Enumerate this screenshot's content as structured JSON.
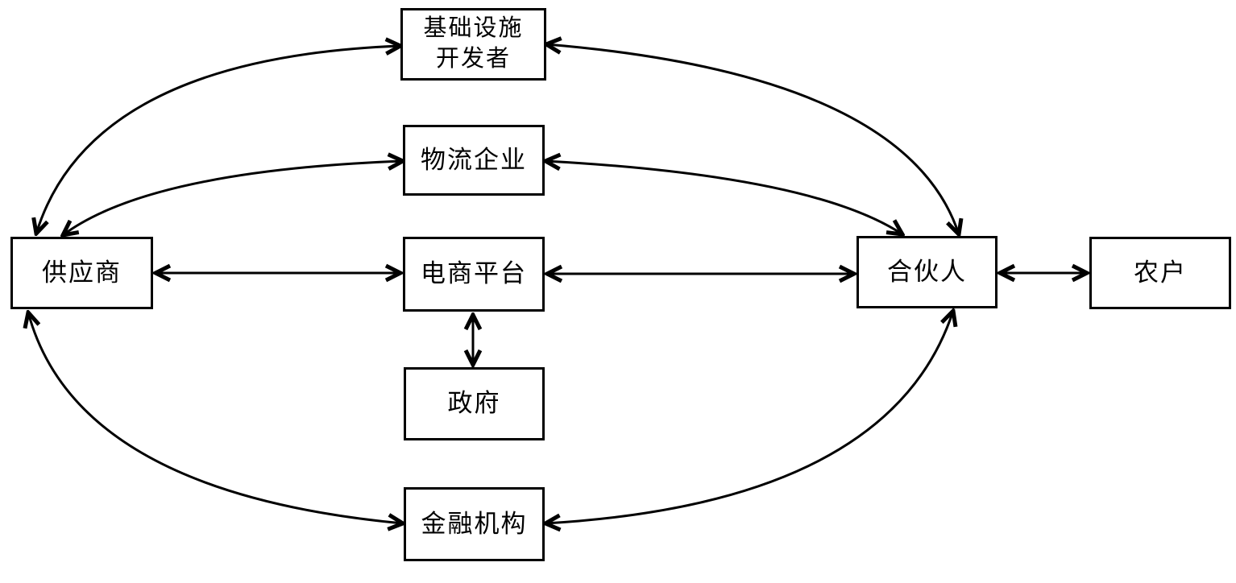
{
  "diagram": {
    "background_color": "#ffffff",
    "stroke_color": "#000000",
    "nodes": {
      "infrastructure_developer": {
        "label": "基础设施开发者",
        "line1": "基础设施",
        "line2": "开发者"
      },
      "logistics_company": {
        "label": "物流企业"
      },
      "ecommerce_platform": {
        "label": "电商平台"
      },
      "government": {
        "label": "政府"
      },
      "financial_institution": {
        "label": "金融机构"
      },
      "supplier": {
        "label": "供应商"
      },
      "partner": {
        "label": "合伙人"
      },
      "farmer": {
        "label": "农户"
      }
    },
    "edges": [
      {
        "from": "supplier",
        "to": "infrastructure_developer",
        "style": "curved",
        "bidirectional": true
      },
      {
        "from": "supplier",
        "to": "logistics_company",
        "style": "curved",
        "bidirectional": true
      },
      {
        "from": "supplier",
        "to": "ecommerce_platform",
        "style": "straight",
        "bidirectional": true
      },
      {
        "from": "supplier",
        "to": "financial_institution",
        "style": "curved",
        "bidirectional": true
      },
      {
        "from": "partner",
        "to": "infrastructure_developer",
        "style": "curved",
        "bidirectional": true
      },
      {
        "from": "partner",
        "to": "logistics_company",
        "style": "curved",
        "bidirectional": true
      },
      {
        "from": "partner",
        "to": "ecommerce_platform",
        "style": "straight",
        "bidirectional": true
      },
      {
        "from": "partner",
        "to": "financial_institution",
        "style": "curved",
        "bidirectional": true
      },
      {
        "from": "ecommerce_platform",
        "to": "government",
        "style": "straight",
        "bidirectional": true
      },
      {
        "from": "partner",
        "to": "farmer",
        "style": "straight",
        "bidirectional": true
      }
    ]
  }
}
